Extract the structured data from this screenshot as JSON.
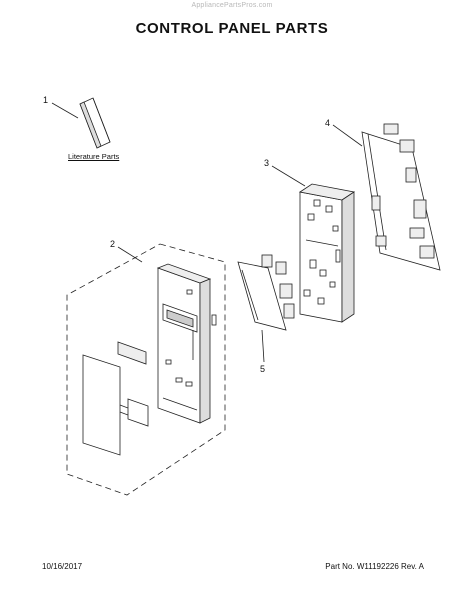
{
  "header": {
    "watermark": "AppliancePartsPros.com",
    "title": "CONTROL PANEL PARTS"
  },
  "callouts": [
    {
      "id": "1",
      "label": "1"
    },
    {
      "id": "2",
      "label": "2"
    },
    {
      "id": "3",
      "label": "3"
    },
    {
      "id": "4",
      "label": "4"
    },
    {
      "id": "5",
      "label": "5"
    }
  ],
  "literature": {
    "label": "Literature Parts"
  },
  "footer": {
    "date": "10/16/2017",
    "part_number": "Part No. W11192226  Rev. A"
  }
}
